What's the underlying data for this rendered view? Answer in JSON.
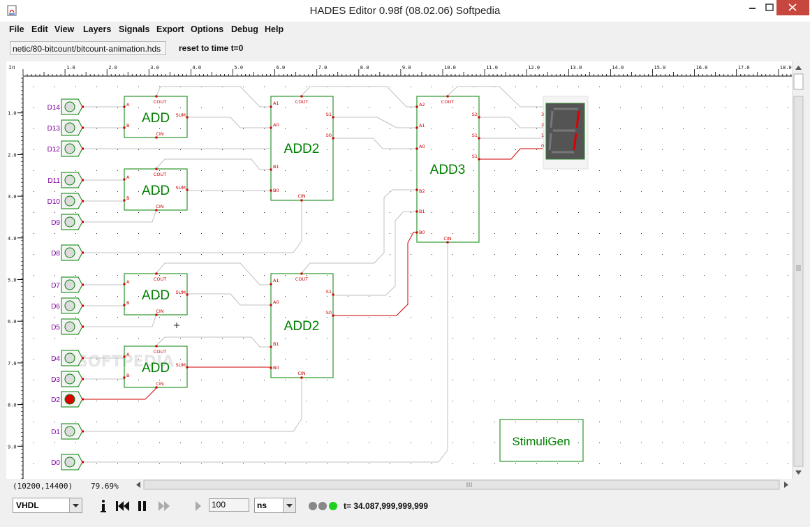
{
  "window": {
    "title": "HADES Editor 0.98f (08.02.06)   Softpedia"
  },
  "menu": [
    "File",
    "Edit",
    "View",
    "Layers",
    "Signals",
    "Export",
    "Options",
    "Debug",
    "Help"
  ],
  "toolbar": {
    "file_path": "netic/80-bitcount/bitcount-animation.hds",
    "reset_label": "reset to time t=0"
  },
  "ruler": {
    "unit": "in",
    "ticks": [
      "1.0",
      "2.0",
      "3.0",
      "4.0",
      "5.0",
      "6.0",
      "7.0",
      "8.0",
      "9.0",
      "10.0",
      "11.0",
      "12.0",
      "13.0",
      "14.0",
      "15.0",
      "16.0",
      "17.0",
      "18.0"
    ],
    "vticks": [
      "1.0",
      "2.0",
      "3.0",
      "4.0",
      "5.0",
      "6.0",
      "7.0",
      "8.0",
      "9.0"
    ]
  },
  "schematic": {
    "inputs": [
      "D14",
      "D13",
      "D12",
      "D11",
      "D10",
      "D9",
      "D8",
      "D7",
      "D6",
      "D5",
      "D4",
      "D3",
      "D2",
      "D1",
      "D0"
    ],
    "active_input": "D2",
    "adders": [
      {
        "label": "ADD",
        "pins": [
          "A",
          "B",
          "COUT",
          "SUM",
          "CIN"
        ]
      },
      {
        "label": "ADD",
        "pins": [
          "A",
          "B",
          "COUT",
          "SUM",
          "CIN"
        ]
      },
      {
        "label": "ADD",
        "pins": [
          "A",
          "B",
          "COUT",
          "SUM",
          "CIN"
        ]
      },
      {
        "label": "ADD",
        "pins": [
          "A",
          "B",
          "COUT",
          "SUM",
          "CIN"
        ]
      }
    ],
    "add2": [
      {
        "label": "ADD2",
        "pins": [
          "A1",
          "A0",
          "B1",
          "B0",
          "COUT",
          "S1",
          "S0",
          "CIN"
        ]
      },
      {
        "label": "ADD2",
        "pins": [
          "A1",
          "A0",
          "B1",
          "B0",
          "COUT",
          "S1",
          "S0",
          "CIN"
        ]
      }
    ],
    "add3": {
      "label": "ADD3",
      "pins": [
        "A2",
        "A1",
        "A0",
        "B2",
        "B1",
        "B0",
        "COUT",
        "S2",
        "S1",
        "S1",
        "CIN"
      ]
    },
    "display_pins": [
      "3",
      "2",
      "1",
      "0"
    ],
    "stimuli_label": "StimuliGen",
    "watermark": "SOFTPEDIA"
  },
  "status": {
    "coords": "(10200,14400)",
    "zoom": "79.69%",
    "language": "VHDL",
    "step_value": "100",
    "time_unit": "ns",
    "sim_time": "t= 34.087,999,999,999",
    "colors": {
      "wire_active": "#cc0000",
      "wire_idle": "#c0c0c0",
      "component": "#008000",
      "pin_label": "#cc0000",
      "input_label": "#8000a0"
    }
  }
}
